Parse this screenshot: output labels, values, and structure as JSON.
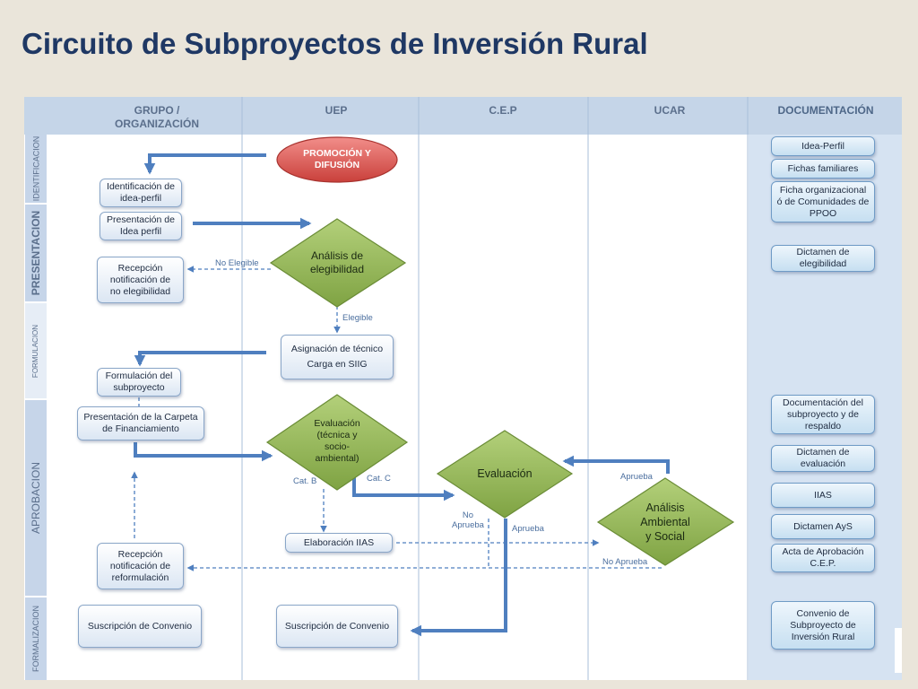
{
  "slide": {
    "title": "Circuito de Subproyectos de Inversión Rural"
  },
  "lanes": {
    "grupo": "GRUPO /\nORGANIZACIÓN",
    "uep": "UEP",
    "cep": "C.E.P",
    "ucar": "UCAR",
    "documentacion": "DOCUMENTACIÓN"
  },
  "phases": {
    "identificacion": "IDENTIFICACION",
    "presentacion": "PRESENTACION",
    "formulacion": "FORMULACION",
    "aprobacion": "APROBACION",
    "formalizacion": "FORMALIZACION"
  },
  "nodes": {
    "promocion": "PROMOCIÓN Y\nDIFUSIÓN",
    "identificacion_idea": "Identificación de\nidea-perfil",
    "presentacion_idea": "Presentación de\nIdea perfil",
    "analisis_elegibilidad": "Análisis de\nelegibilidad",
    "recepcion_no_eleg": "Recepción\nnotificación de\nno elegibilidad",
    "asignacion_tecnico": "Asignación de técnico\nCarga en SIIG",
    "formulacion_sub": "Formulación del\nsubproyecto",
    "presentacion_carpeta": "Presentación de la Carpeta\nde Financiamiento",
    "evaluacion_tecnica": "Evaluación\n(técnica y\nsocio-\nambiental)",
    "evaluacion_cep": "Evaluación",
    "analisis_ambiental": "Análisis\nAmbiental\ny Social",
    "elaboracion_iias": "Elaboración IIAS",
    "recepcion_reform": "Recepción\nnotificación de\nreformulación",
    "suscripcion_grupo": "Suscripción de Convenio",
    "suscripcion_uep": "Suscripción de Convenio"
  },
  "edge_labels": {
    "no_elegible": "No Elegible",
    "elegible": "Elegible",
    "cat_b": "Cat. B",
    "cat_c": "Cat. C",
    "aprueba_ucar": "Aprueba",
    "no_aprueba_cep": "No\nAprueba",
    "aprueba_cep": "Aprueba",
    "no_aprueba_ucar": "No Aprueba"
  },
  "documents": [
    "Idea-Perfil",
    "Fichas familiares",
    "Ficha organizacional\nó de Comunidades de\nPPOO",
    "Dictamen de\nelegibilidad",
    "Documentación del\nsubproyecto y de\nrespaldo",
    "Dictamen de\nevaluación",
    "IIAS",
    "Dictamen AyS",
    "Acta de Aprobación\nC.E.P.",
    "Convenio de\nSubproyecto de\nInversión Rural"
  ],
  "colors": {
    "title": "#1f3864",
    "arrow": "#4f7fbf",
    "diamond_fill": "#8db04e",
    "oval_fill": "#d9534f",
    "lane_fill": "#dbe5f1",
    "header_fill": "#c5d5e8"
  }
}
